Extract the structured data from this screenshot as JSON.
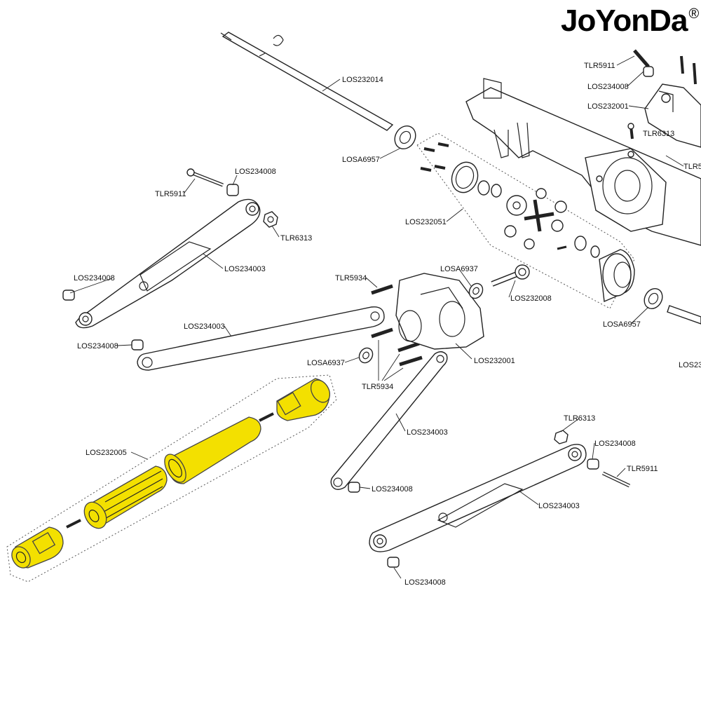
{
  "brand": {
    "name": "JoYonDa",
    "mark": "®"
  },
  "colors": {
    "highlight": "#f3e000",
    "ink": "#222222"
  },
  "labels": {
    "axle_shaft_top": "LOS232014",
    "bearing_top": "LOSA6957",
    "screw_top_left": "TLR5911",
    "bushing_top_left": "LOS234008",
    "nut_top_left": "TLR6313",
    "bushing_left": "LOS234008",
    "lower_link_top": "LOS234003",
    "diff_group": "LOS232051",
    "screw_upper_right": "TLR5911",
    "bushing_upper_right": "LOS234008",
    "housing_upper_right": "LOS232001",
    "nut_upper_right": "TLR6313",
    "cut_right_top": "TLR5",
    "screw_center_top": "TLR5934",
    "bearing_center_top": "LOSA6937",
    "pinion": "LOS232008",
    "upper_link_left": "LOS234003",
    "bushing_mid_left": "LOS234008",
    "bearing_right": "LOSA6957",
    "bearing_center_low": "LOSA6937",
    "screw_center_low": "TLR5934",
    "gear_cover": "LOS232001",
    "cut_right_mid": "LOS23",
    "driveshaft": "LOS232005",
    "upper_link_right": "LOS234003",
    "bushing_link_end": "LOS234008",
    "nut_lower_right": "TLR6313",
    "bushing_lower_right": "LOS234008",
    "screw_lower_right": "TLR5911",
    "lower_link_bottom": "LOS234003",
    "bushing_bottom": "LOS234008"
  }
}
